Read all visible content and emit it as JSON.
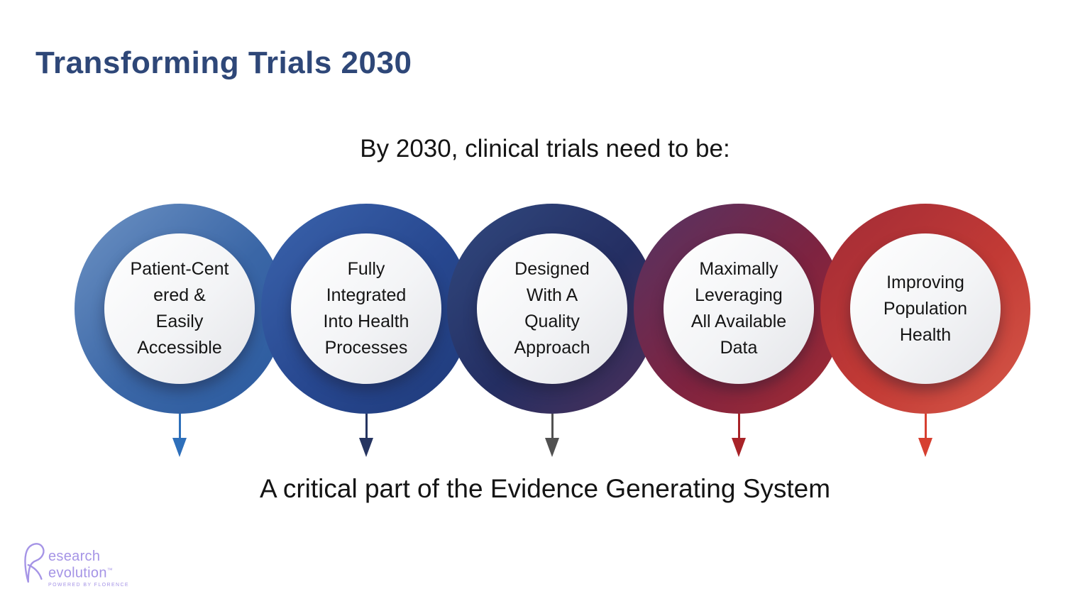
{
  "slide": {
    "title": "Transforming Trials 2030",
    "subtitle": "By 2030, clinical trials need to be:",
    "caption": "A critical part of the Evidence Generating System"
  },
  "colors": {
    "title": "#2e4778",
    "background": "#ffffff",
    "body_text": "#141414"
  },
  "rings": [
    {
      "label": "Patient-Centered & Easily Accessible",
      "lines": [
        "Patient-Cent",
        "ered &",
        "Easily",
        "Accessible"
      ],
      "colors": [
        "#6e93c4",
        "#3a66a6",
        "#2a5a9e"
      ],
      "arrow_color": "#2e6fba"
    },
    {
      "label": "Fully Integrated Into Health Processes",
      "lines": [
        "Fully",
        "Integrated",
        "Into Health",
        "Processes"
      ],
      "colors": [
        "#3b64ad",
        "#27478f",
        "#1f3a79"
      ],
      "arrow_color": "#263561"
    },
    {
      "label": "Designed With A Quality Approach",
      "lines": [
        "Designed",
        "With A",
        "Quality",
        "Approach"
      ],
      "colors": [
        "#31497f",
        "#242e62",
        "#4e3058"
      ],
      "arrow_color": "#515151"
    },
    {
      "label": "Maximally Leveraging All Available Data",
      "lines": [
        "Maximally",
        "Leveraging",
        "All Available",
        "Data"
      ],
      "colors": [
        "#543464",
        "#7e2340",
        "#a52c32"
      ],
      "arrow_color": "#a82328"
    },
    {
      "label": "Improving Population Health",
      "lines": [
        "Improving",
        "Population",
        "Health"
      ],
      "colors": [
        "#a12b37",
        "#c23a35",
        "#d65949"
      ],
      "arrow_color": "#d63f30"
    }
  ],
  "logo": {
    "line1": "esearch",
    "line2": "evolution",
    "trademark": "™",
    "tagline": "POWERED BY FLORENCE",
    "color": "#a594e6"
  }
}
